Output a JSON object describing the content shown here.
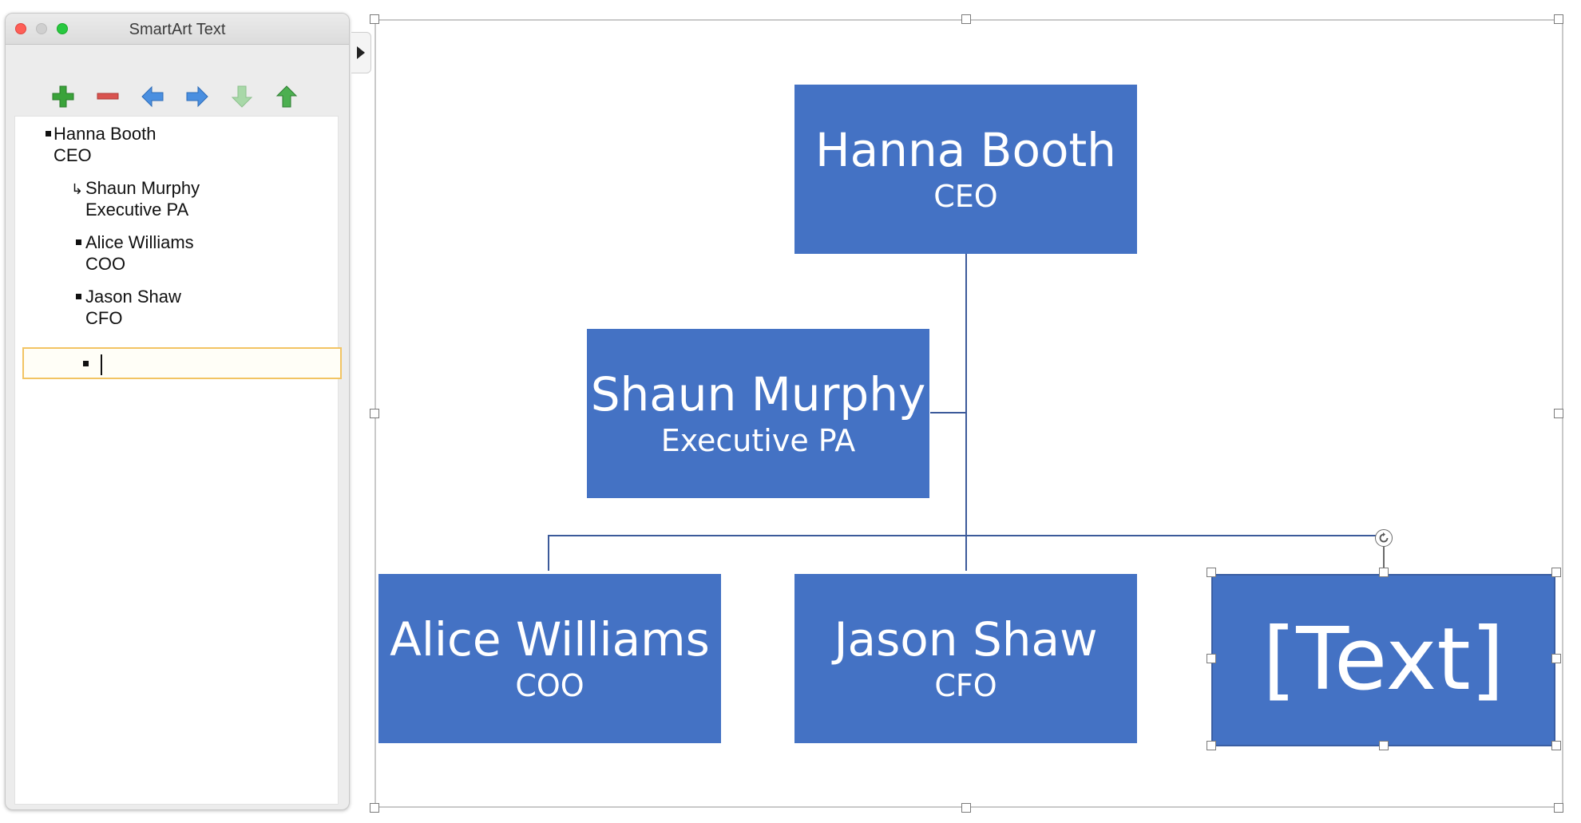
{
  "pane": {
    "title": "SmartArt Text",
    "toolbar": {
      "add": {
        "icon": "plus-icon",
        "color": "#3aa33a"
      },
      "remove": {
        "icon": "minus-icon",
        "color": "#d9534f"
      },
      "promote": {
        "icon": "arrow-left-icon",
        "color": "#3b82d6"
      },
      "demote": {
        "icon": "arrow-right-icon",
        "color": "#3b82d6"
      },
      "move_down": {
        "icon": "arrow-down-icon",
        "color": "#9fcf9f"
      },
      "move_up": {
        "icon": "arrow-up-icon",
        "color": "#3aa33a"
      }
    },
    "outline": [
      {
        "name": "Hanna Booth",
        "role": "CEO",
        "marker": "bullet"
      },
      {
        "name": "Shaun Murphy",
        "role": "Executive PA",
        "marker": "assistant-arrow"
      },
      {
        "name": "Alice Williams",
        "role": "COO",
        "marker": "bullet"
      },
      {
        "name": "Jason Shaw",
        "role": "CFO",
        "marker": "bullet"
      },
      {
        "name": "",
        "role": "",
        "marker": "bullet",
        "active": true
      }
    ]
  },
  "chart": {
    "top": {
      "name": "Hanna Booth",
      "role": "CEO"
    },
    "assistant": {
      "name": "Shaun Murphy",
      "role": "Executive PA"
    },
    "reports": [
      {
        "name": "Alice Williams",
        "role": "COO"
      },
      {
        "name": "Jason Shaw",
        "role": "CFO"
      },
      {
        "name": "[Text]",
        "role": ""
      }
    ],
    "box_color": "#4472c4",
    "line_color": "#3c5a9a"
  }
}
